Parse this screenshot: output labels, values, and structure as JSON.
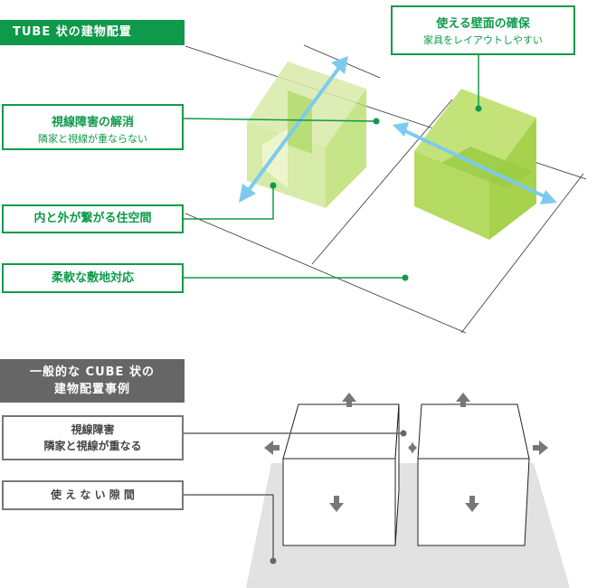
{
  "tube_header": "TUBE 状の建物配置",
  "usable_wall": {
    "title": "使える壁面の確保",
    "subtitle": "家具をレイアウトしやすい"
  },
  "sightline_resolve": {
    "title": "視線障害の解消",
    "subtitle": "隣家と視線が重ならない"
  },
  "inside_outside": {
    "title": "内と外が繋がる住空間"
  },
  "flexible_site": {
    "title": "柔軟な敷地対応"
  },
  "cube_header": {
    "line1": "一般的な CUBE 状の",
    "line2": "建物配置事例"
  },
  "sightline_overlap": {
    "line1": "視線障害",
    "line2": "隣家と視線が重なる"
  },
  "unusable_gap": {
    "title": "使 え な い 隙 間"
  },
  "colors": {
    "green": "#0e9a4a",
    "arrow": "#7ccbee",
    "cube_green": "#a8d653",
    "grey_header": "#666666"
  }
}
